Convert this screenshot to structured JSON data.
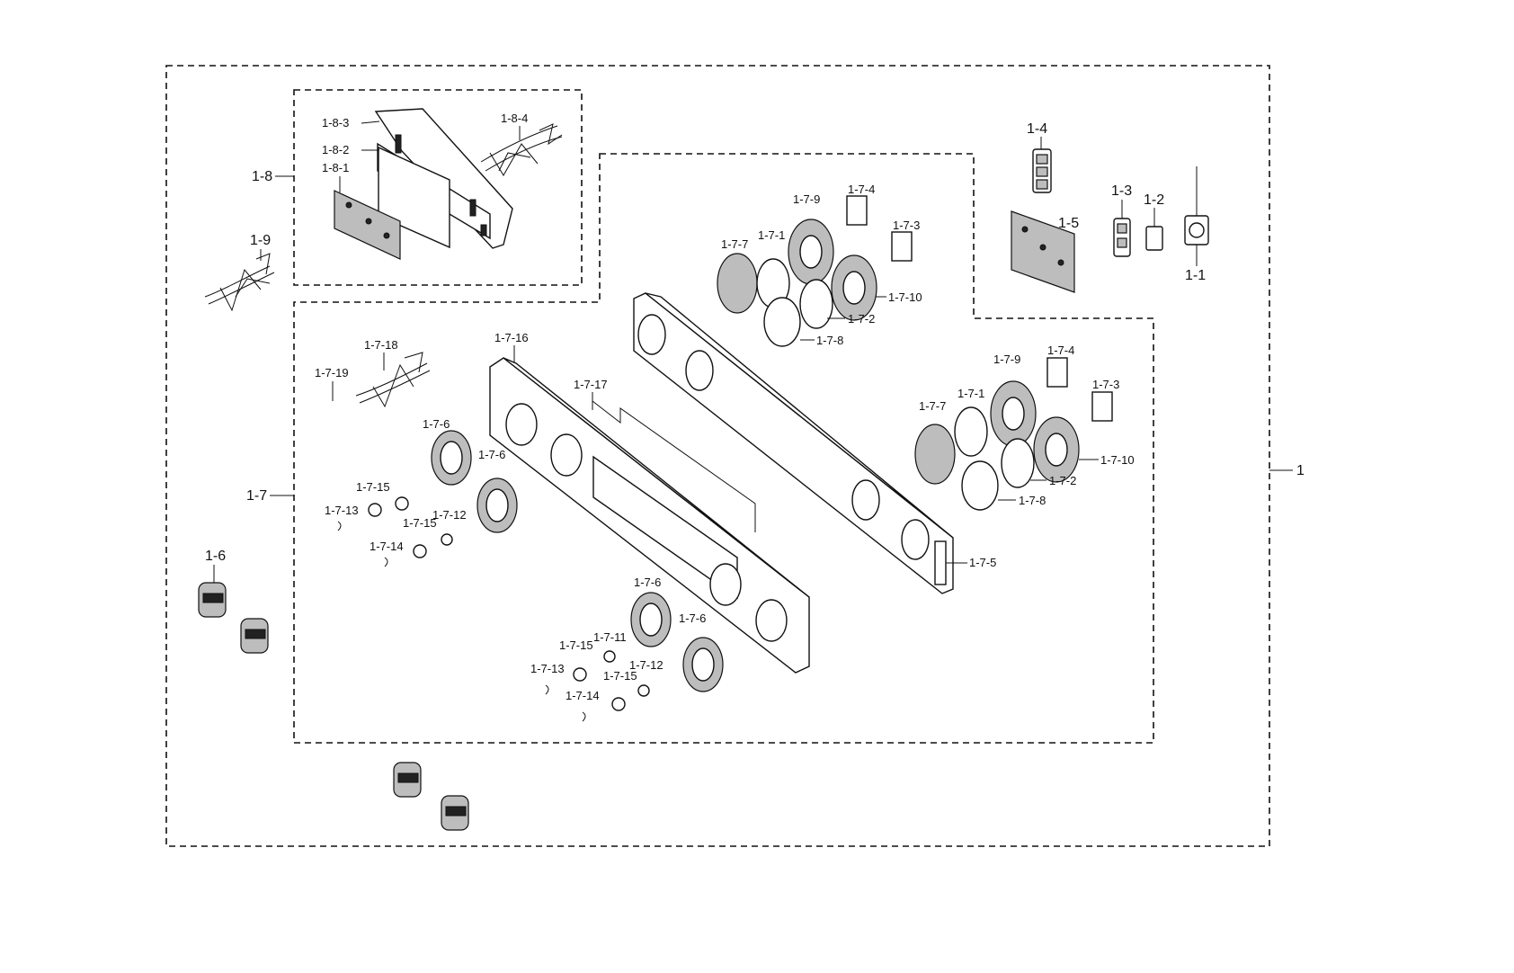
{
  "labels": {
    "l1": "1",
    "l1_1": "1-1",
    "l1_2": "1-2",
    "l1_3": "1-3",
    "l1_4": "1-4",
    "l1_5": "1-5",
    "l1_6": "1-6",
    "l1_7": "1-7",
    "l1_8": "1-8",
    "l1_9": "1-9",
    "l1_8_1": "1-8-1",
    "l1_8_2": "1-8-2",
    "l1_8_3": "1-8-3",
    "l1_8_4": "1-8-4",
    "l1_7_1": "1-7-1",
    "l1_7_2": "1-7-2",
    "l1_7_3": "1-7-3",
    "l1_7_4": "1-7-4",
    "l1_7_5": "1-7-5",
    "l1_7_6": "1-7-6",
    "l1_7_7": "1-7-7",
    "l1_7_8": "1-7-8",
    "l1_7_9": "1-7-9",
    "l1_7_10": "1-7-10",
    "l1_7_11": "1-7-11",
    "l1_7_12": "1-7-12",
    "l1_7_13": "1-7-13",
    "l1_7_14": "1-7-14",
    "l1_7_15": "1-7-15",
    "l1_7_16": "1-7-16",
    "l1_7_17": "1-7-17",
    "l1_7_18": "1-7-18",
    "l1_7_19": "1-7-19"
  }
}
